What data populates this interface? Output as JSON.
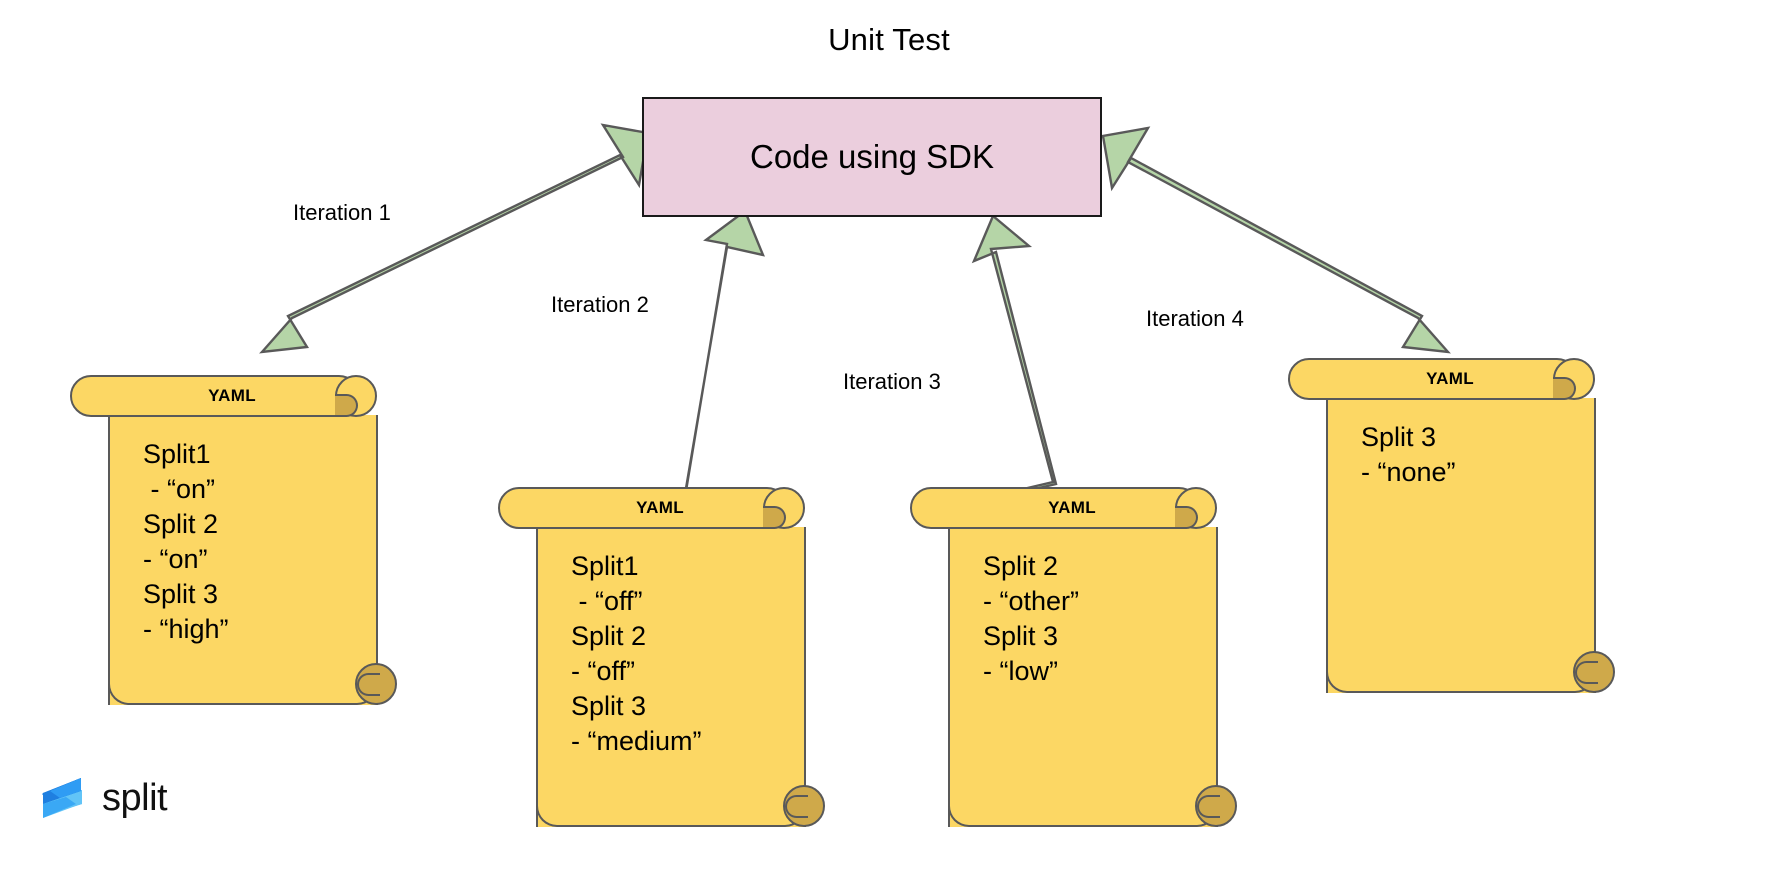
{
  "diagram": {
    "title": "Unit Test",
    "central_box": {
      "label": "Code using SDK",
      "fill_color": "#ebcedd",
      "border_color": "#1a1a1a"
    },
    "arrow_color": "#b5d5a7",
    "arrow_border_color": "#595959",
    "doc_fill_color": "#fcd764",
    "doc_curl_color": "#cfa94a",
    "doc_border_color": "#595959",
    "iterations": [
      {
        "label": "Iteration 1",
        "doc_header": "YAML",
        "doc_lines": "Split1\n - “on”\nSplit 2\n- “on”\nSplit 3\n- “high”"
      },
      {
        "label": "Iteration 2",
        "doc_header": "YAML",
        "doc_lines": "Split1\n - “off”\nSplit 2\n- “off”\nSplit 3\n- “medium”"
      },
      {
        "label": "Iteration 3",
        "doc_header": "YAML",
        "doc_lines": "Split 2\n- “other”\nSplit 3\n- “low”"
      },
      {
        "label": "Iteration 4",
        "doc_header": "YAML",
        "doc_lines": "Split 3\n- “none”"
      }
    ],
    "branding": {
      "wordmark": "split",
      "mark_color_dark": "#1f7fe0",
      "mark_color_mid": "#2f9cf4",
      "mark_color_light": "#62c4f7"
    }
  }
}
